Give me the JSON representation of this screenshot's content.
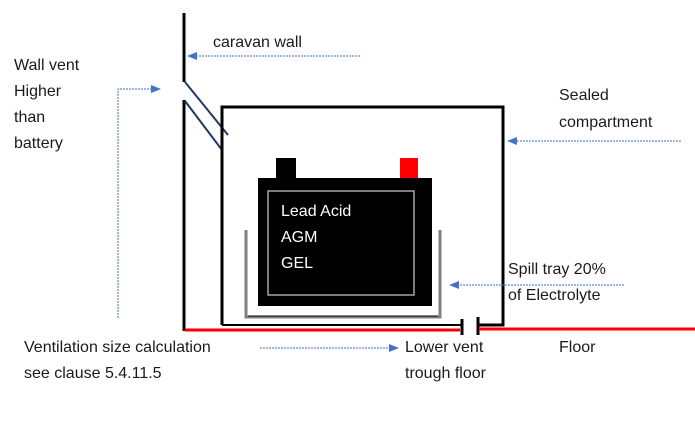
{
  "diagram": {
    "title": "Battery compartment ventilation in caravan",
    "colors": {
      "wall": "#000000",
      "floor": "#ff0000",
      "arrow": "#4472c4",
      "vent_lines": "#1f3864",
      "battery_body": "#000000",
      "positive_terminal": "#ff0000",
      "negative_terminal": "#000000",
      "spill_tray": "#808080"
    },
    "labels": {
      "caravan_wall": "caravan wall",
      "wall_vent": [
        "Wall vent",
        "Higher",
        "than",
        "battery"
      ],
      "sealed_compartment": [
        "Sealed",
        "compartment"
      ],
      "battery_types": [
        "Lead Acid",
        "AGM",
        "GEL"
      ],
      "spill_tray": [
        "Spill tray 20%",
        "of Electrolyte"
      ],
      "ventilation_calc": [
        "Ventilation size calculation",
        "see clause 5.4.11.5"
      ],
      "lower_vent": [
        "Lower vent",
        "trough floor"
      ],
      "floor": "Floor"
    }
  }
}
